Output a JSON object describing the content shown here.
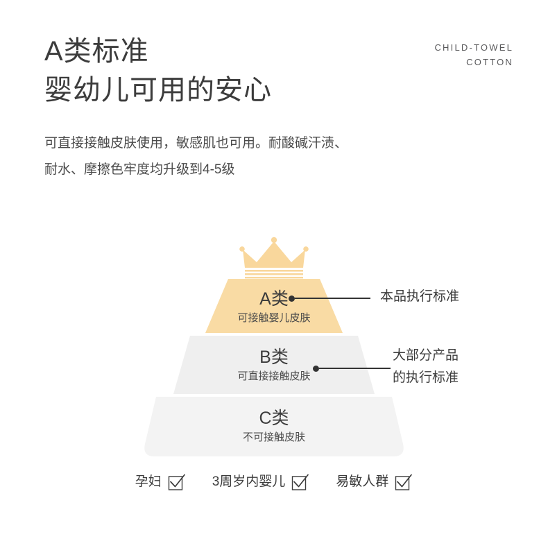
{
  "header": {
    "title_lines": [
      "A类标准",
      "婴幼儿可用的安心"
    ],
    "brand_lines": [
      "CHILD-TOWEL",
      "COTTON"
    ],
    "description_lines": [
      "可直接接触皮肤使用，敏感肌也可用。耐酸碱汗渍、",
      "耐水、摩擦色牢度均升级到4-5级"
    ]
  },
  "diagram": {
    "crown_icon": "crown-icon",
    "tiers": [
      {
        "id": "a",
        "title": "A类",
        "subtitle": "可接触婴儿皮肤",
        "color": "#f9dba4"
      },
      {
        "id": "b",
        "title": "B类",
        "subtitle": "可直接接触皮肤",
        "color": "#efefef"
      },
      {
        "id": "c",
        "title": "C类",
        "subtitle": "不可接触皮肤",
        "color": "#f3f3f3"
      }
    ],
    "callouts": [
      {
        "id": "a",
        "lines": [
          "本品执行标准"
        ]
      },
      {
        "id": "b",
        "lines": [
          "大部分产品",
          "的执行标准"
        ]
      }
    ],
    "leader_color": "#333333"
  },
  "checks": [
    {
      "label": "孕妇",
      "icon": "checkbox-checked-icon"
    },
    {
      "label": "3周岁内婴儿",
      "icon": "checkbox-checked-icon"
    },
    {
      "label": "易敏人群",
      "icon": "checkbox-checked-icon"
    }
  ]
}
